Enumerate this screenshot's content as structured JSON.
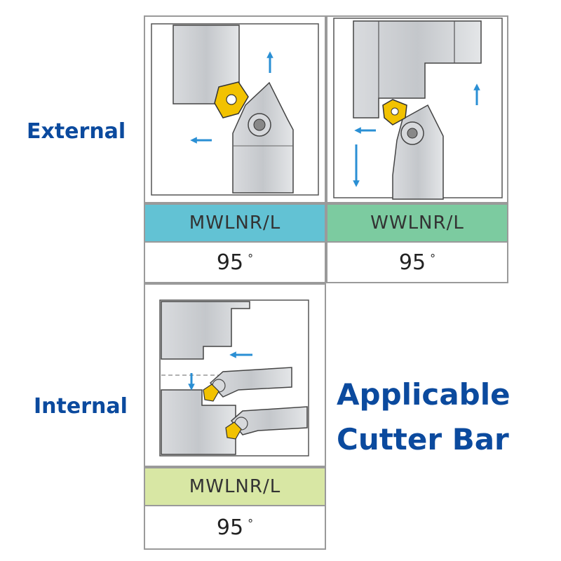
{
  "labels": {
    "external": "External",
    "internal": "Internal",
    "applicable_line1": "Applicable",
    "applicable_line2": "Cutter Bar"
  },
  "panels": [
    {
      "name": "MWLNR/L",
      "angle": "95",
      "degree_symbol": "°",
      "band_color": "#62c2d4"
    },
    {
      "name": "WWLNR/L",
      "angle": "95",
      "degree_symbol": "°",
      "band_color": "#7ccba0"
    },
    {
      "name": "MWLNR/L",
      "angle": "95",
      "degree_symbol": "°",
      "band_color": "#d8e7a4"
    }
  ],
  "icons": [
    "arrow-up-icon",
    "arrow-left-icon",
    "arrow-down-icon",
    "insert-icon"
  ],
  "colors": {
    "label_blue": "#0b4a9e",
    "arrow_blue": "#2a8fd4",
    "insert_yellow": "#f2c200",
    "tool_gray": "#cfd2d6"
  }
}
